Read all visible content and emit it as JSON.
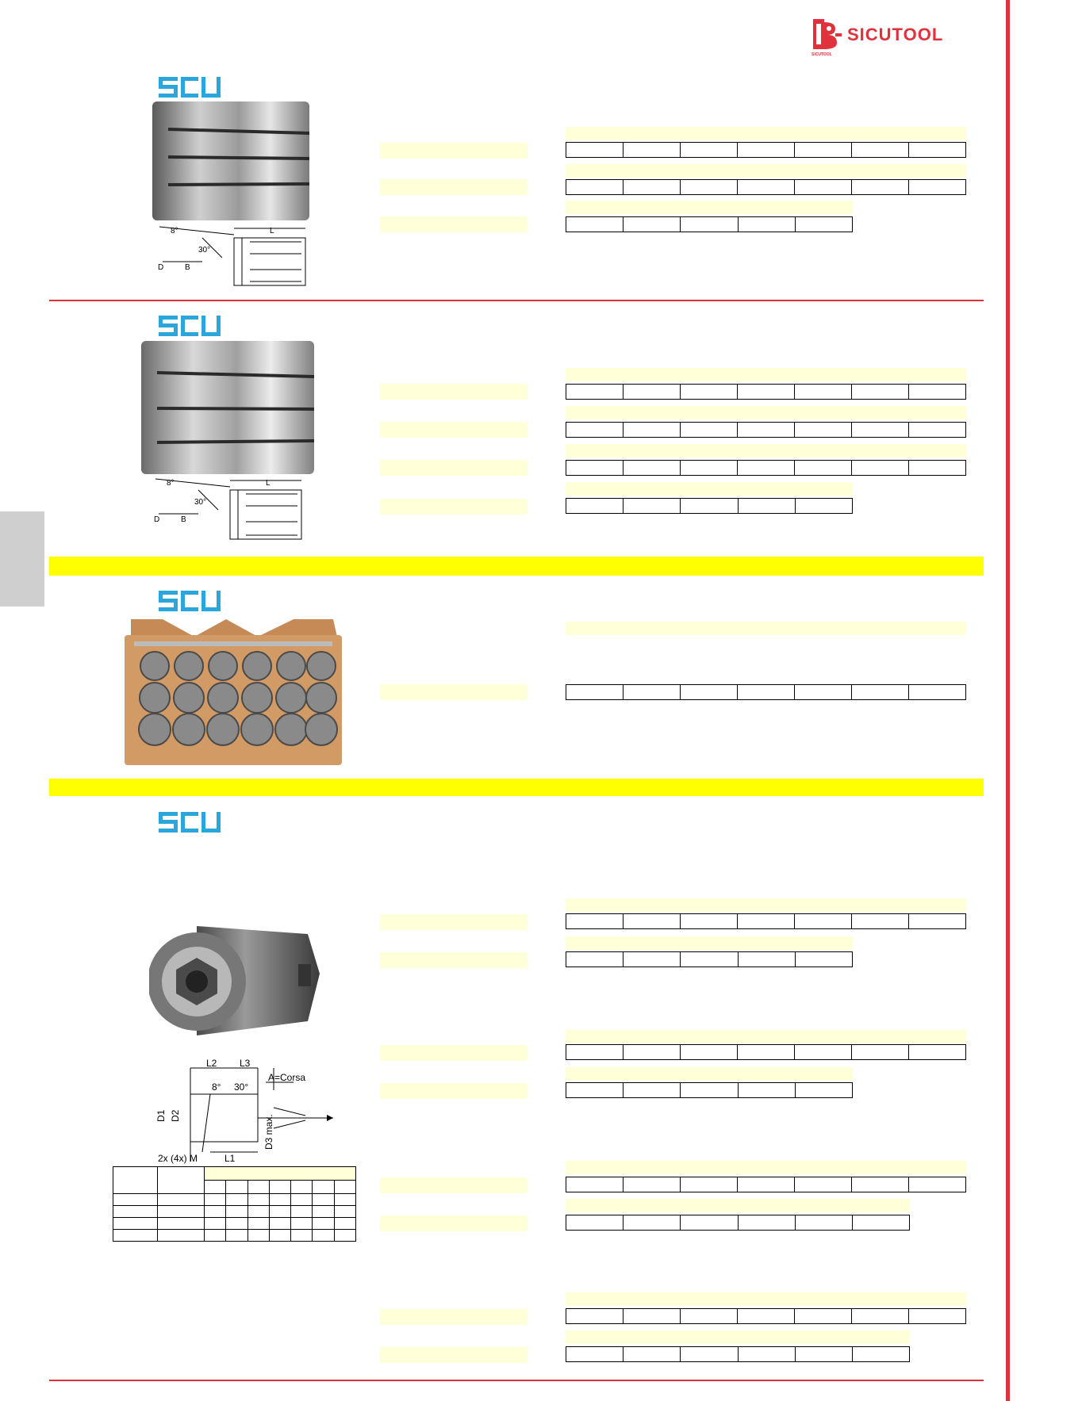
{
  "brand": {
    "name": "SICUTOOL",
    "name_small": "SICUTOOL",
    "scu_logo": "SCU",
    "colors": {
      "red": "#e0323c",
      "scu_blue": "#2aa6dc",
      "yellow": "#ffff00",
      "cell_fill": "#ffffd8"
    }
  },
  "diagram1": {
    "angle": "8°",
    "angle2": "30°",
    "dim_l": "L",
    "dim_d": "D",
    "dim_b": "B"
  },
  "diagram2": {
    "angle": "8°",
    "angle2": "30°",
    "dim_l": "L",
    "dim_d": "D",
    "dim_b": "B"
  },
  "diagram4": {
    "l2": "L2",
    "l3": "L3",
    "corsa": "A=Corsa",
    "angle": "8°",
    "angle2": "30°",
    "d1": "D1",
    "d2": "D2",
    "d3": "D3 max.",
    "m": "2x (4x) M",
    "l1": "L1"
  },
  "icons": [
    "sicutool-logo-icon",
    "scu-logo-icon",
    "collet-photo-icon",
    "collet-set-box-icon",
    "tap-holder-photo-icon",
    "technical-drawing-icon"
  ]
}
